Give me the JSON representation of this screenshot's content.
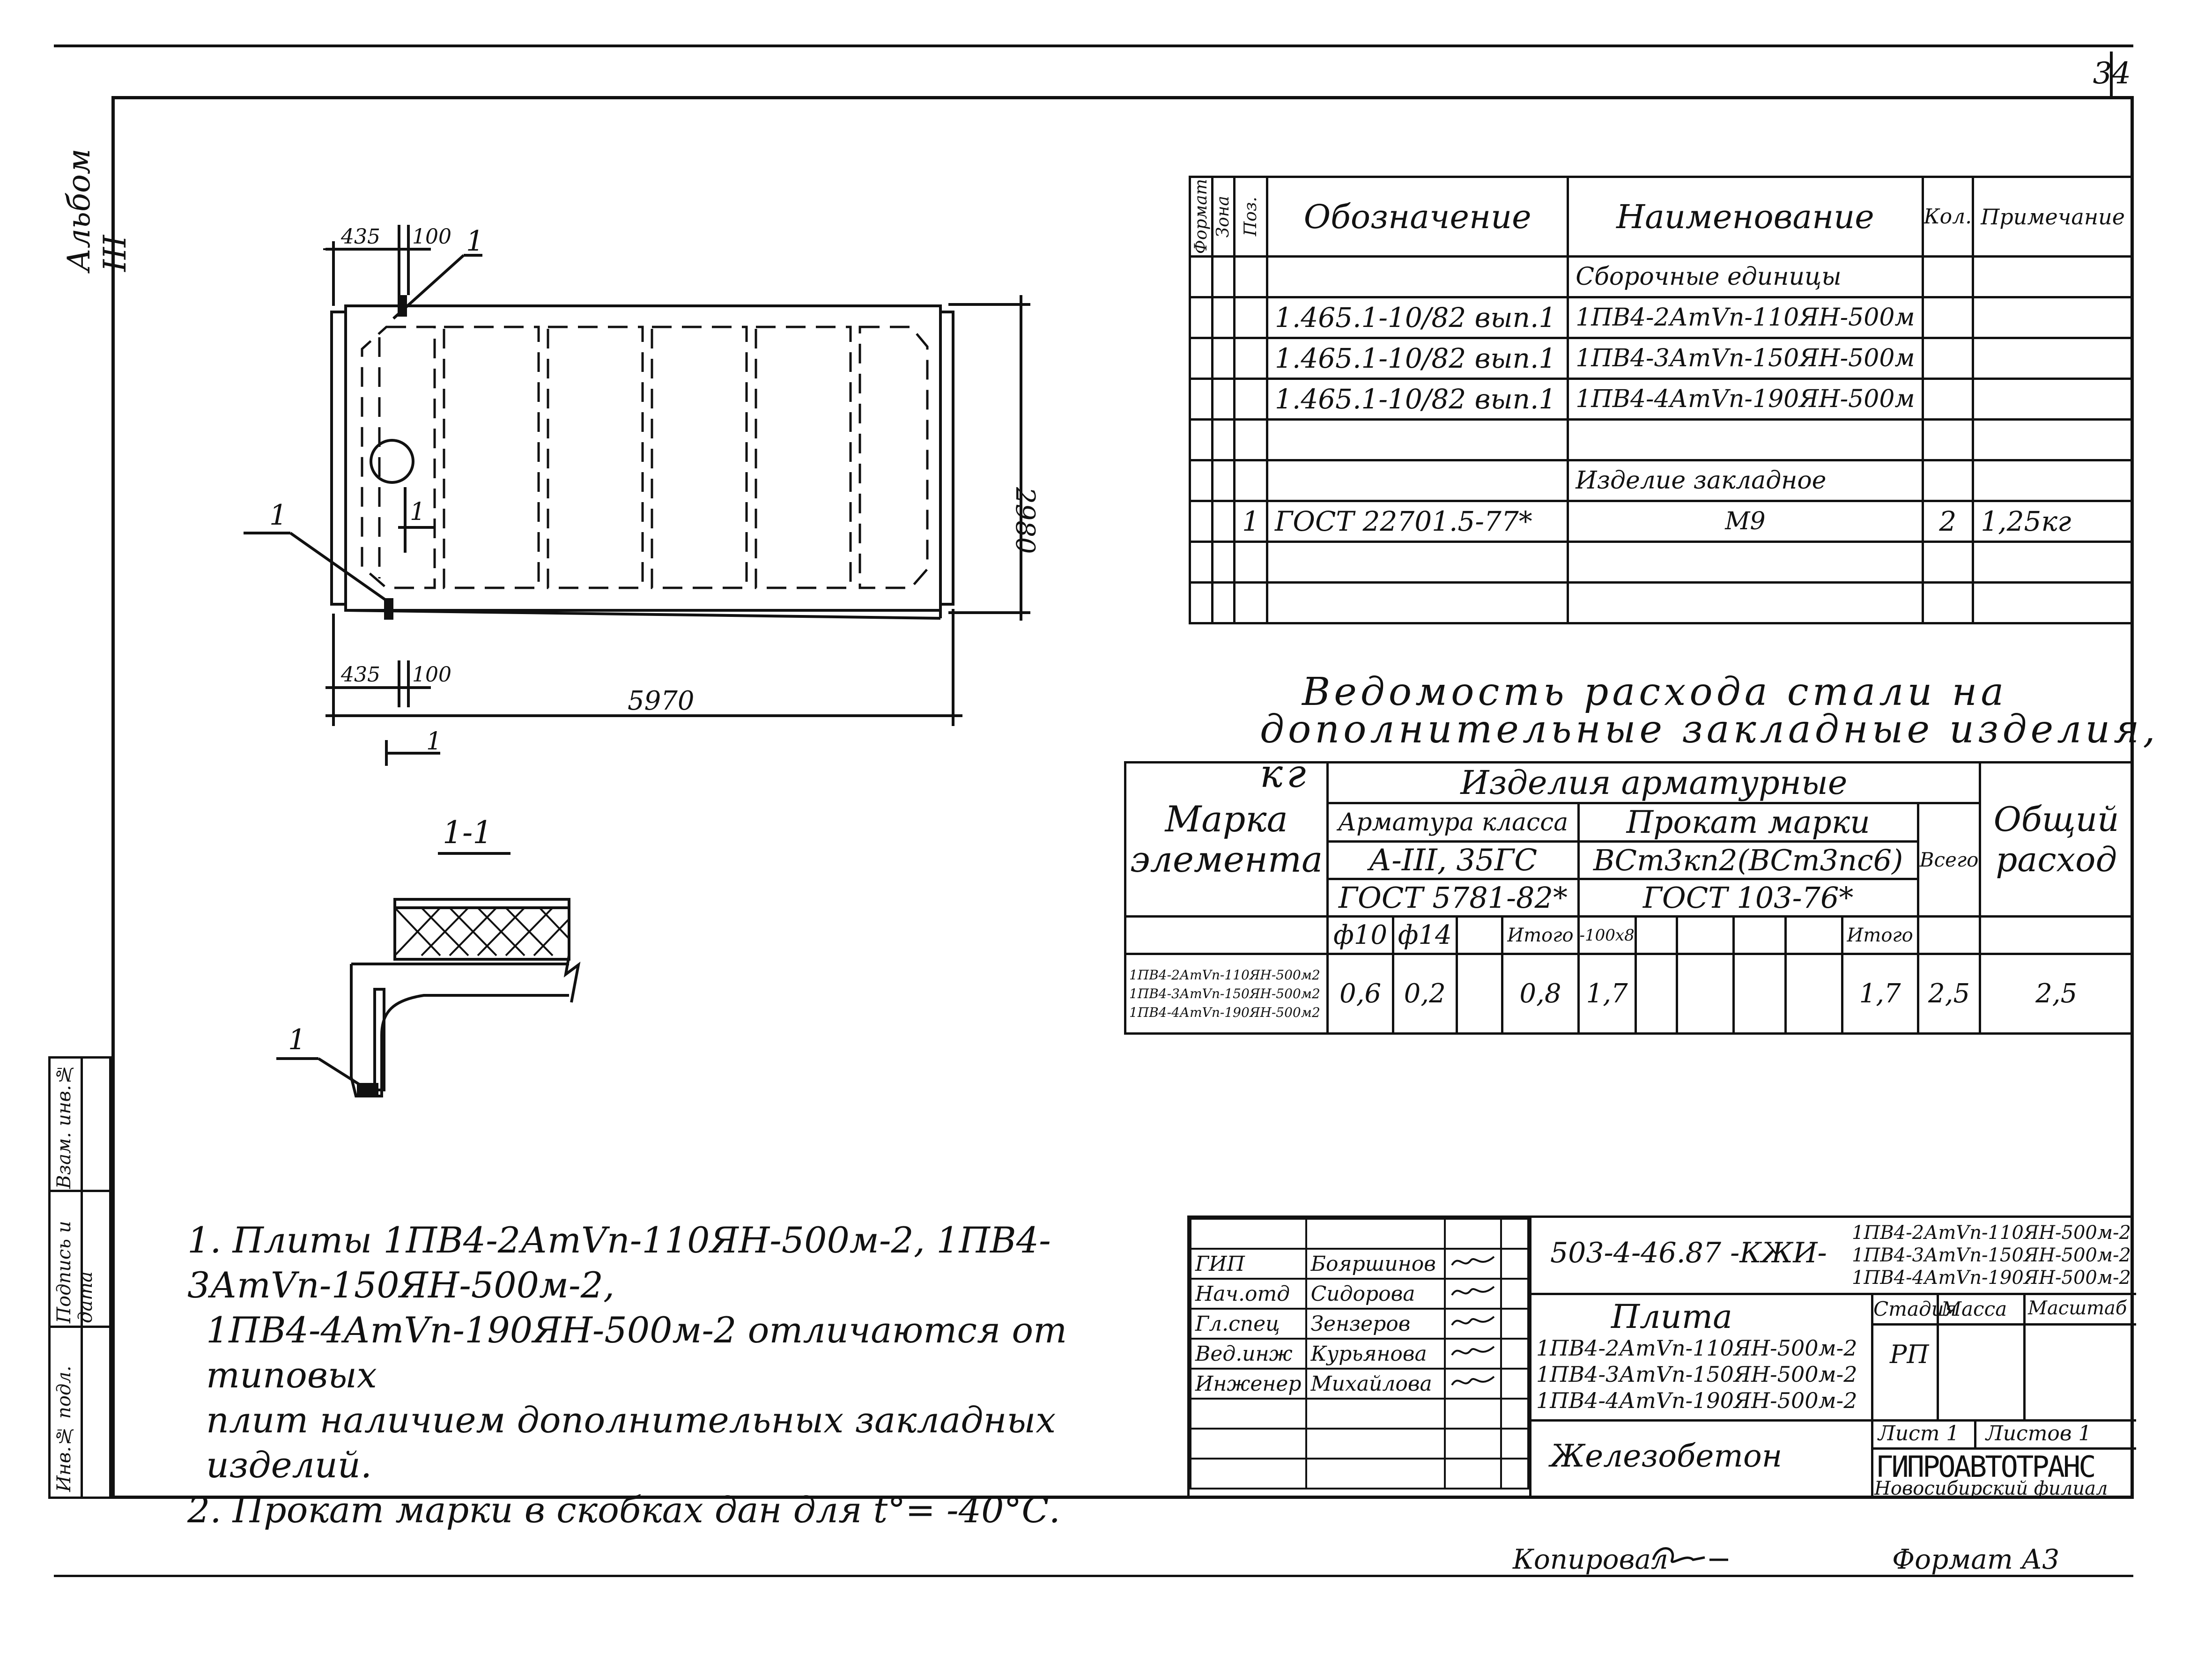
{
  "sheet": {
    "page_number": "34",
    "album": "Альбом III",
    "copied_by_label": "Копировал",
    "format_label": "Формат А3"
  },
  "side_stamp": {
    "inv_original": "Инв.№ подл.",
    "sign_date": "Подпись и дата",
    "inv_replace": "Взам. инв.№"
  },
  "plan_view": {
    "dim_top_left": "435",
    "dim_top_right": "100",
    "dim_bottom_left": "435",
    "dim_bottom_right": "100",
    "dim_length": "5970",
    "dim_width": "2980",
    "callout_top": "1",
    "callout_left": "1",
    "section_mark": "1",
    "section_mark_bottom": "1"
  },
  "section_view": {
    "title": "1-1",
    "callout": "1"
  },
  "spec_table": {
    "headers": {
      "format": "Формат",
      "zone": "Зона",
      "pos": "Поз.",
      "designation": "Обозначение",
      "name": "Наименование",
      "qty": "Кол.",
      "note": "Примечание"
    },
    "rows": [
      {
        "pos": "",
        "designation": "",
        "name": "Сборочные единицы",
        "qty": "",
        "note": ""
      },
      {
        "pos": "",
        "designation": "1.465.1-10/82   вып.1",
        "name": "1ПВ4-2АтVп-110ЯН-500м",
        "qty": "",
        "note": ""
      },
      {
        "pos": "",
        "designation": "1.465.1-10/82   вып.1",
        "name": "1ПВ4-3АтVп-150ЯН-500м",
        "qty": "",
        "note": ""
      },
      {
        "pos": "",
        "designation": "1.465.1-10/82   вып.1",
        "name": "1ПВ4-4АтVп-190ЯН-500м",
        "qty": "",
        "note": ""
      },
      {
        "pos": "",
        "designation": "",
        "name": "",
        "qty": "",
        "note": ""
      },
      {
        "pos": "",
        "designation": "",
        "name": "Изделие закладное",
        "qty": "",
        "note": ""
      },
      {
        "pos": "1",
        "designation": "ГОСТ 22701.5-77*",
        "name": "М9",
        "qty": "2",
        "note": "1,25кг"
      },
      {
        "pos": "",
        "designation": "",
        "name": "",
        "qty": "",
        "note": ""
      },
      {
        "pos": "",
        "designation": "",
        "name": "",
        "qty": "",
        "note": ""
      }
    ]
  },
  "steel_title": {
    "line1": "Ведомость расхода стали на",
    "line2": "дополнительные закладные изделия, кг"
  },
  "steel_table": {
    "mark_header": "Марка элемента",
    "products_header": "Изделия арматурные",
    "rebar_class": "Арматура класса",
    "rebar_grade": "А-III, 35ГС",
    "rebar_gost": "ГОСТ 5781-82*",
    "rolled_header": "Прокат марки",
    "rolled_grade": "ВСт3кп2(ВСт3пс6)",
    "rolled_gost": "ГОСТ 103-76*",
    "total_header": "Всего",
    "overall_header": "Общий расход",
    "col_d10": "ф10",
    "col_d14": "ф14",
    "col_itogo": "Итого",
    "col_100x8": "-100х8",
    "col_itogo2": "Итого",
    "row_marks": [
      "1ПВ4-2АтVп-110ЯН-500м2",
      "1ПВ4-3АтVп-150ЯН-500м2",
      "1ПВ4-4АтVп-190ЯН-500м2"
    ],
    "values": {
      "d10": "0,6",
      "d14": "0,2",
      "itogo": "0,8",
      "p100x8": "1,7",
      "itogo2": "1,7",
      "total": "2,5",
      "overall": "2,5"
    }
  },
  "notes": [
    "1. Плиты 1ПВ4-2АтVп-110ЯН-500м-2, 1ПВ4-3АтVп-150ЯН-500м-2,",
    "1ПВ4-4АтVп-190ЯН-500м-2 отличаются от типовых",
    "плит наличием дополнительных закладных изделий.",
    "2. Прокат марки в скобках дан для t°= -40°С."
  ],
  "title_block": {
    "doc_code": "503-4-46.87  -КЖИ-",
    "doc_marks": [
      "1ПВ4-2АтVп-110ЯН-500м-2",
      "1ПВ4-3АтVп-150ЯН-500м-2",
      "1ПВ4-4АтVп-190ЯН-500м-2"
    ],
    "people": [
      {
        "role": "ГИП",
        "name": "Бояршинов"
      },
      {
        "role": "Нач.отд",
        "name": "Сидорова"
      },
      {
        "role": "Гл.спец",
        "name": "Зензеров"
      },
      {
        "role": "Вед.инж",
        "name": "Курьянова"
      },
      {
        "role": "Инженер",
        "name": "Михайлова"
      }
    ],
    "product_title": "Плита",
    "product_lines": [
      "1ПВ4-2АтVп-110ЯН-500м-2",
      "1ПВ4-3АтVп-150ЯН-500м-2",
      "1ПВ4-4АтVп-190ЯН-500м-2"
    ],
    "stage_label": "Стадия",
    "mass_label": "Масса",
    "scale_label": "Масштаб",
    "stage_value": "РП",
    "sheet_label": "Лист 1",
    "sheets_label": "Листов 1",
    "material": "Железобетон",
    "org_name": "ГИПРОАВТОТРАНС",
    "org_branch": "Новосибирский филиал"
  }
}
